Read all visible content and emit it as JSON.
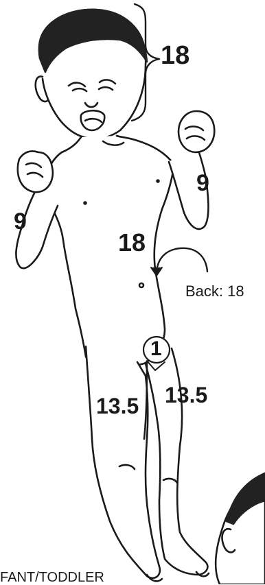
{
  "figure": {
    "labels": {
      "head": "18",
      "right_arm": "9",
      "left_arm": "9",
      "trunk_front": "18",
      "trunk_back": "Back: 18",
      "perineum": "1",
      "right_leg": "13.5",
      "left_leg": "13.5"
    },
    "caption": "FANT/TODDLER"
  },
  "colors": {
    "ink": "#1a1a1a",
    "hair": "#222222",
    "background": "#ffffff"
  }
}
